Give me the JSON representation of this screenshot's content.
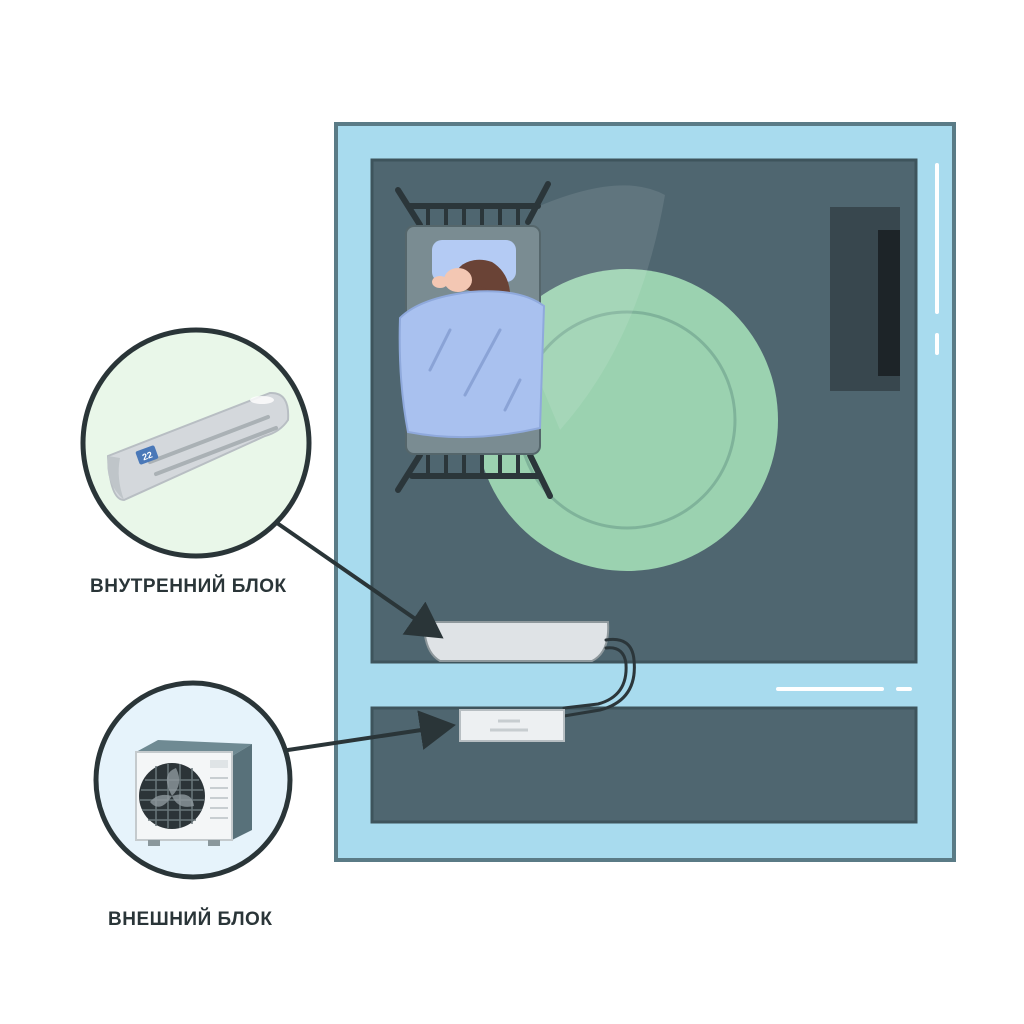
{
  "labels": {
    "indoor_unit": "ВНУТРЕННИЙ БЛОК",
    "outdoor_unit": "ВНЕШНИЙ БЛОК"
  },
  "ac_display": "22",
  "colors": {
    "room_frame": "#a8dbee",
    "room_floor": "#4f6670",
    "airflow": "#9bd2b0",
    "blanket": "#a9c1ef",
    "callout_indoor_bg": "#e9f7e9",
    "callout_outdoor_bg": "#e6f3fb",
    "outline": "#2a3538"
  },
  "icons": [
    "bed-icon",
    "person-sleeping-icon",
    "tv-icon",
    "indoor-unit-icon",
    "outdoor-unit-icon",
    "fan-icon",
    "arrow-icon"
  ]
}
